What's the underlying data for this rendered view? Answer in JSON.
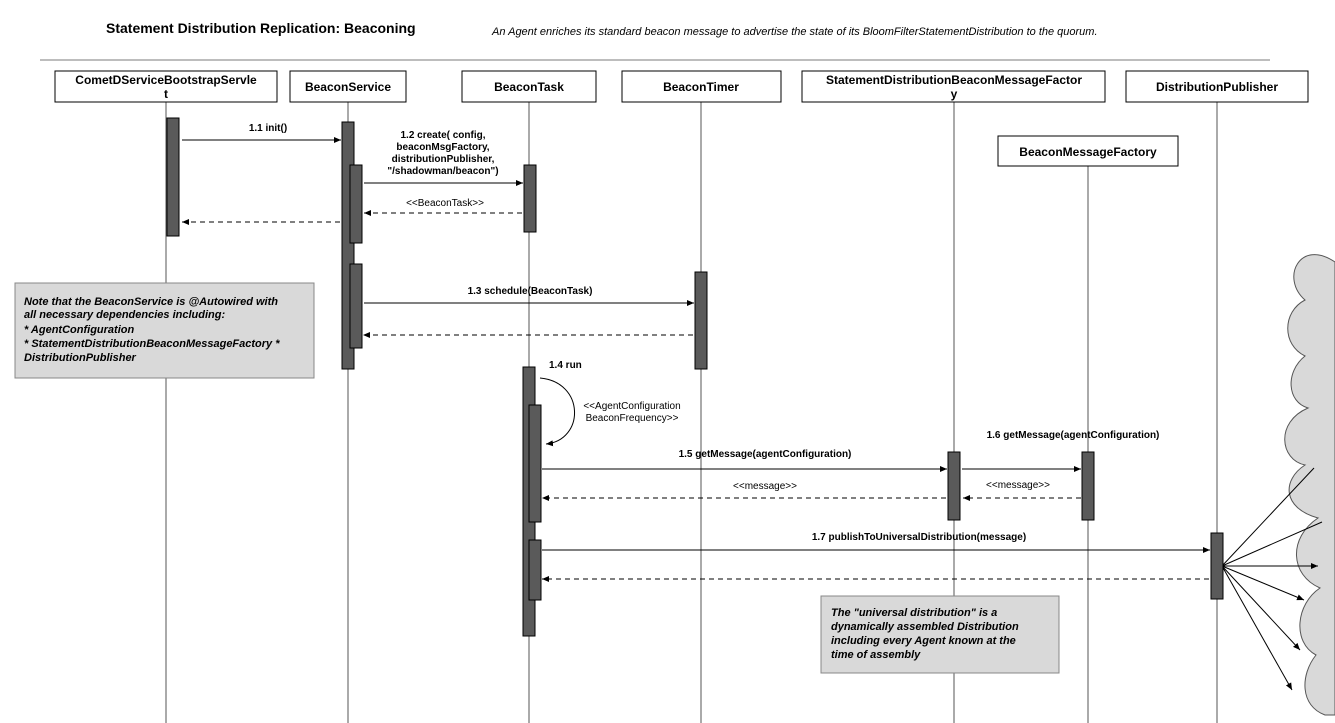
{
  "title": "Statement Distribution Replication: Beaconing",
  "subtitle": "An Agent enriches its standard beacon message to advertise the state of its BloomFilterStatementDistribution to the quorum.",
  "participants": [
    {
      "line1": "CometDServiceBootstrapServle",
      "line2": "t"
    },
    {
      "line1": "BeaconService",
      "line2": ""
    },
    {
      "line1": "BeaconTask",
      "line2": ""
    },
    {
      "line1": "BeaconTimer",
      "line2": ""
    },
    {
      "line1": "StatementDistributionBeaconMessageFactor",
      "line2": "y"
    },
    {
      "line1": "DistributionPublisher",
      "line2": ""
    },
    {
      "line1": "BeaconMessageFactory",
      "line2": ""
    }
  ],
  "messages": {
    "m1_1": "1.1 init()",
    "m1_2": [
      "1.2 create( config,",
      "beaconMsgFactory,",
      "distributionPublisher,",
      "\"/shadowman/beacon\")"
    ],
    "r1_2": "<<BeaconTask>>",
    "m1_3": "1.3 schedule(BeaconTask)",
    "m1_4": "1.4 run",
    "self_note": [
      "<<AgentConfiguration",
      "BeaconFrequency>>"
    ],
    "m1_5": "1.5 getMessage(agentConfiguration)",
    "m1_6": "1.6 getMessage(agentConfiguration)",
    "r1_5": "<<message>>",
    "r1_6": "<<message>>",
    "m1_7": "1.7 publishToUniversalDistribution(message)"
  },
  "notes": {
    "left": [
      "Note that the BeaconService is @Autowired with",
      "all necessary dependencies including:",
      "* AgentConfiguration",
      "* StatementDistributionBeaconMessageFactory *",
      "DistributionPublisher"
    ],
    "bottom": [
      "The \"universal distribution\" is a",
      "dynamically assembled Distribution",
      "including every Agent known at the",
      "time of assembly"
    ]
  },
  "colors": {
    "activation": "#5a5a5a",
    "note_fill": "#d9d9d9",
    "cloud_fill": "#d9d9d9",
    "line": "#000000",
    "separator": "#bdbdbd"
  }
}
